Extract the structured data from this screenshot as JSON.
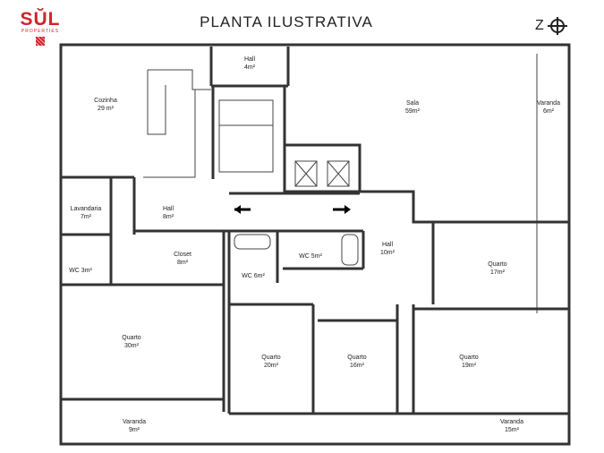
{
  "logo": {
    "brand": "SŬL",
    "sub": "PROPERTIES",
    "colour": "#d2232a"
  },
  "title": "PLANTA ILUSTRATIVA",
  "compass": {
    "letter": "Z",
    "icon": "north-arrow-circle"
  },
  "rooms": [
    {
      "name": "Cozinha",
      "area": "29 m²"
    },
    {
      "name": "Hall",
      "area": "4m²"
    },
    {
      "name": "Sala",
      "area": "59m²"
    },
    {
      "name": "Varanda",
      "area": "6m²"
    },
    {
      "name": "Lavandaria",
      "area": "7m²"
    },
    {
      "name": "Hall",
      "area": "8m²"
    },
    {
      "name": "Closet",
      "area": "8m²"
    },
    {
      "name": "WC 3m²",
      "area": ""
    },
    {
      "name": "WC 6m²",
      "area": ""
    },
    {
      "name": "WC 5m²",
      "area": ""
    },
    {
      "name": "Hall",
      "area": "10m²"
    },
    {
      "name": "Quarto",
      "area": "17m²"
    },
    {
      "name": "Quarto",
      "area": "30m²"
    },
    {
      "name": "Quarto",
      "area": "20m²"
    },
    {
      "name": "Quarto",
      "area": "16m²"
    },
    {
      "name": "Quarto",
      "area": "19m²"
    },
    {
      "name": "Varanda",
      "area": "9m²"
    },
    {
      "name": "Varanda",
      "area": "15m²"
    }
  ]
}
